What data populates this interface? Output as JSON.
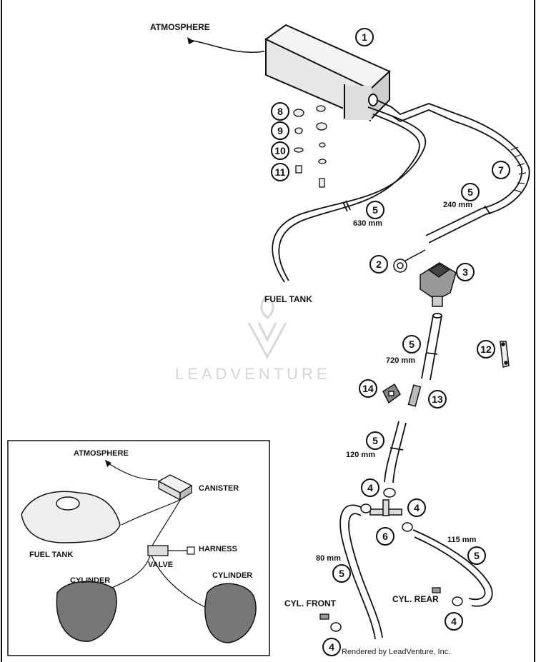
{
  "labels": {
    "atmosphere": "ATMOSPHERE",
    "fuel_tank": "FUEL TANK",
    "len_630": "630 mm",
    "len_240": "240 mm",
    "len_720": "720 mm",
    "len_120": "120 mm",
    "len_80": "80 mm",
    "len_115": "115 mm",
    "cyl_front": "CYL. FRONT",
    "cyl_rear": "CYL. REAR"
  },
  "callouts": {
    "c1": "1",
    "c2": "2",
    "c3": "3",
    "c4a": "4",
    "c4b": "4",
    "c4c": "4",
    "c4d": "4",
    "c5a": "5",
    "c5b": "5",
    "c5c": "5",
    "c5d": "5",
    "c5e": "5",
    "c5f": "5",
    "c6": "6",
    "c7": "7",
    "c8": "8",
    "c9": "9",
    "c10": "10",
    "c11": "11",
    "c12": "12",
    "c13": "13",
    "c14": "14"
  },
  "inset": {
    "atmosphere": "ATMOSPHERE",
    "canister": "CANISTER",
    "fuel_tank": "FUEL TANK",
    "harness": "HARNESS",
    "valve": "VALVE",
    "cylinder_left": "CYLINDER",
    "cylinder_right": "CYLINDER"
  },
  "watermark": "LEADVENTURE",
  "credit": "Rendered by LeadVenture, Inc."
}
